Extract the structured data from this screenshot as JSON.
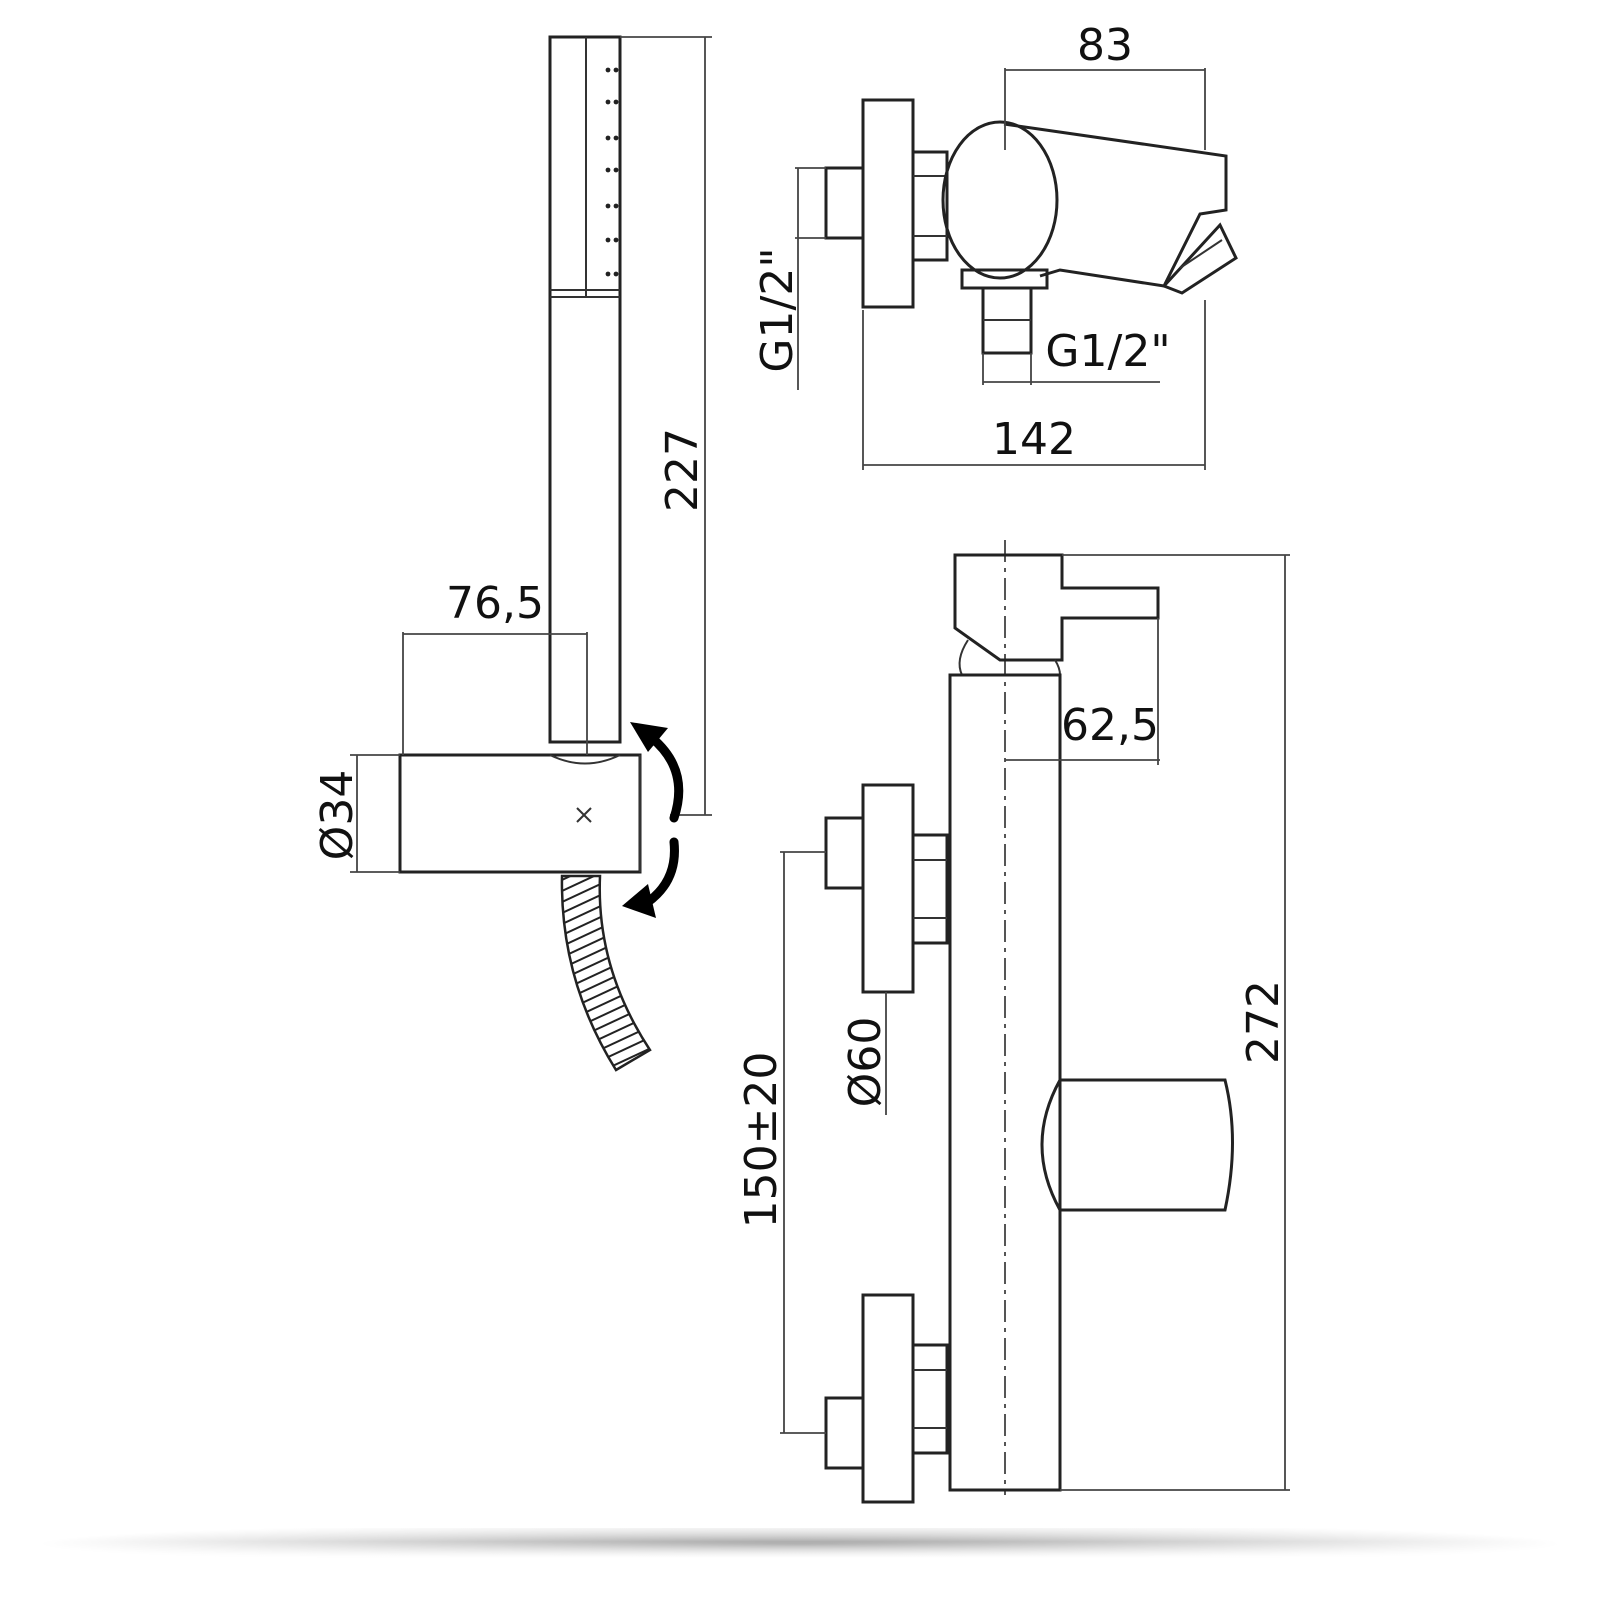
{
  "dimensions": {
    "hand_shower_length": "227",
    "holder_projection": "76,5",
    "holder_diameter": "Ø34",
    "mixer_depth": "83",
    "inlet_thread_left": "G1/2\"",
    "outlet_thread_bottom": "G1/2\"",
    "overall_width": "142",
    "spout_projection": "62,5",
    "overall_height": "272",
    "flange_diameter": "Ø60",
    "inlet_centres": "150±20"
  }
}
